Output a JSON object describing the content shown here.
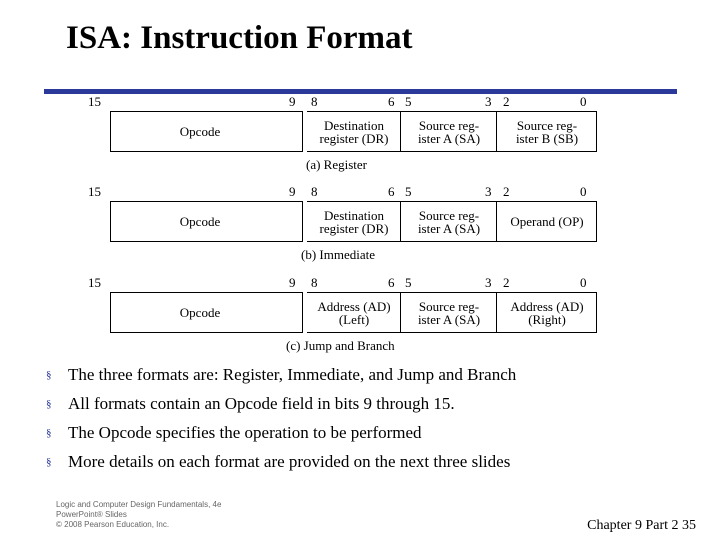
{
  "title": "ISA: Instruction Format",
  "bit_numbers": [
    "15",
    "9",
    "8",
    "6",
    "5",
    "3",
    "2",
    "0"
  ],
  "formats": [
    {
      "caption": "(a) Register",
      "fields": [
        {
          "lines": [
            "Opcode"
          ]
        },
        {
          "lines": [
            "Destination",
            "register (DR)"
          ]
        },
        {
          "lines": [
            "Source reg-",
            "ister A (SA)"
          ]
        },
        {
          "lines": [
            "Source reg-",
            "ister B (SB)"
          ]
        }
      ]
    },
    {
      "caption": "(b) Immediate",
      "fields": [
        {
          "lines": [
            "Opcode"
          ]
        },
        {
          "lines": [
            "Destination",
            "register (DR)"
          ]
        },
        {
          "lines": [
            "Source reg-",
            "ister A (SA)"
          ]
        },
        {
          "lines": [
            "Operand (OP)"
          ]
        }
      ]
    },
    {
      "caption": "(c) Jump and Branch",
      "fields": [
        {
          "lines": [
            "Opcode"
          ]
        },
        {
          "lines": [
            "Address (AD)",
            "(Left)"
          ]
        },
        {
          "lines": [
            "Source reg-",
            "ister A (SA)"
          ]
        },
        {
          "lines": [
            "Address (AD)",
            "(Right)"
          ]
        }
      ]
    }
  ],
  "bullet_symbol": "§",
  "bullets": [
    "The three formats are: Register, Immediate, and Jump and Branch",
    "All formats contain an Opcode field in bits 9 through 15.",
    "The Opcode specifies the operation to be performed",
    "More details on each format are provided on the next three slides"
  ],
  "footer": {
    "book": "Logic and Computer Design Fundamentals, 4e",
    "slides": "PowerPoint® Slides",
    "copyright": "© 2008 Pearson Education, Inc.",
    "page": "Chapter 9 Part 2 35"
  }
}
